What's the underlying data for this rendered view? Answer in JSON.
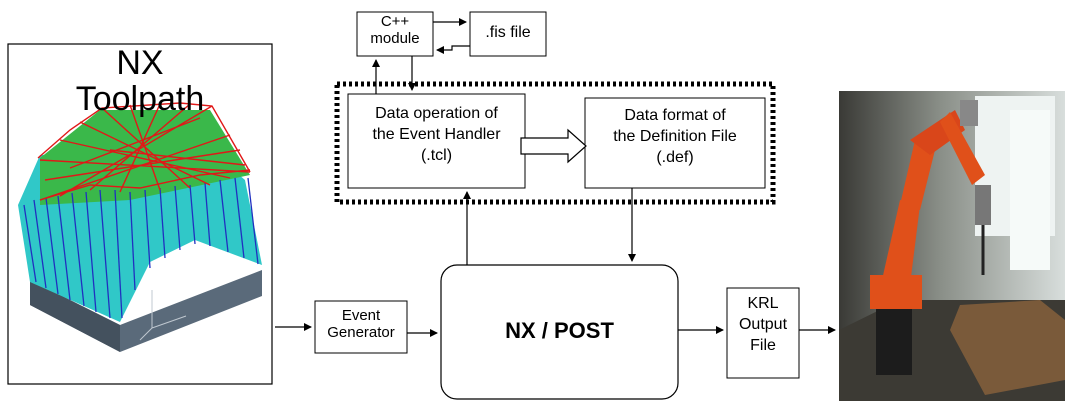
{
  "nx_panel": {
    "title_line1": "NX",
    "title_line2": "Toolpath"
  },
  "cpp_module": {
    "line1": "C++",
    "line2": "module"
  },
  "fis_file": {
    "label": ".fis file"
  },
  "event_handler": {
    "line1": "Data operation of",
    "line2": "the Event Handler",
    "line3": "(.tcl)"
  },
  "definition_file": {
    "line1": "Data format of",
    "line2": "the Definition File",
    "line3": "(.def)"
  },
  "event_generator": {
    "line1": "Event",
    "line2": "Generator"
  },
  "nx_post": {
    "part1": "NX / ",
    "part2": "POST"
  },
  "krl_output": {
    "line1": "KRL",
    "line2": "Output",
    "line3": "File"
  },
  "colors": {
    "toolpath_red": "#e01818",
    "toolpath_blue": "#2030c0",
    "surface_cyan": "#30c8c8",
    "block_gray": "#5a6a7a",
    "robot_orange": "#e0501a"
  }
}
